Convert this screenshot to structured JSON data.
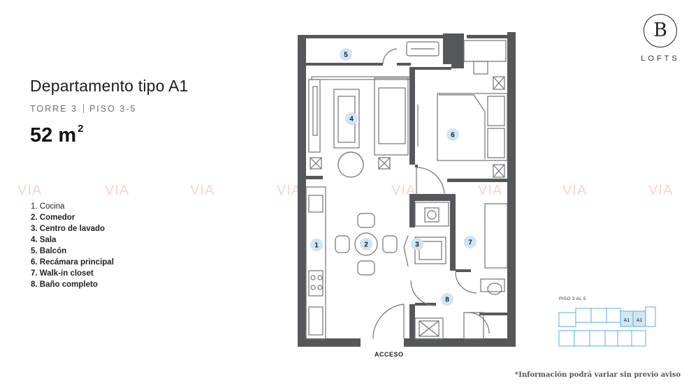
{
  "unit": {
    "title": "Departamento tipo A1",
    "tower": "TORRE 3",
    "floors": "PISO 3-5",
    "area_value": "52 m",
    "area_unit_exp": "2"
  },
  "legend": [
    "1. Cocina",
    "2. Comedor",
    "3. Centro de lavado",
    "4. Sala",
    "5. Balcón",
    "6. Recámara principal",
    "7. Walk-in closet",
    "8. Baño completo"
  ],
  "logo": {
    "letter": "B",
    "text": "LOFTS"
  },
  "plan": {
    "room_markers": [
      "1",
      "2",
      "3",
      "4",
      "5",
      "6",
      "7",
      "8"
    ],
    "entrance_label": "ACCESO",
    "marker_color": "#cfe5f4",
    "wall_color": "#55575a"
  },
  "keyplan": {
    "label": "PISO 3 AL 5",
    "highlight": [
      "A1",
      "A1"
    ],
    "line_color": "#5aaee0",
    "fill_color": "#cfe7f5"
  },
  "watermark": "VIA",
  "footnote": "*Información podrá variar sin previo aviso"
}
